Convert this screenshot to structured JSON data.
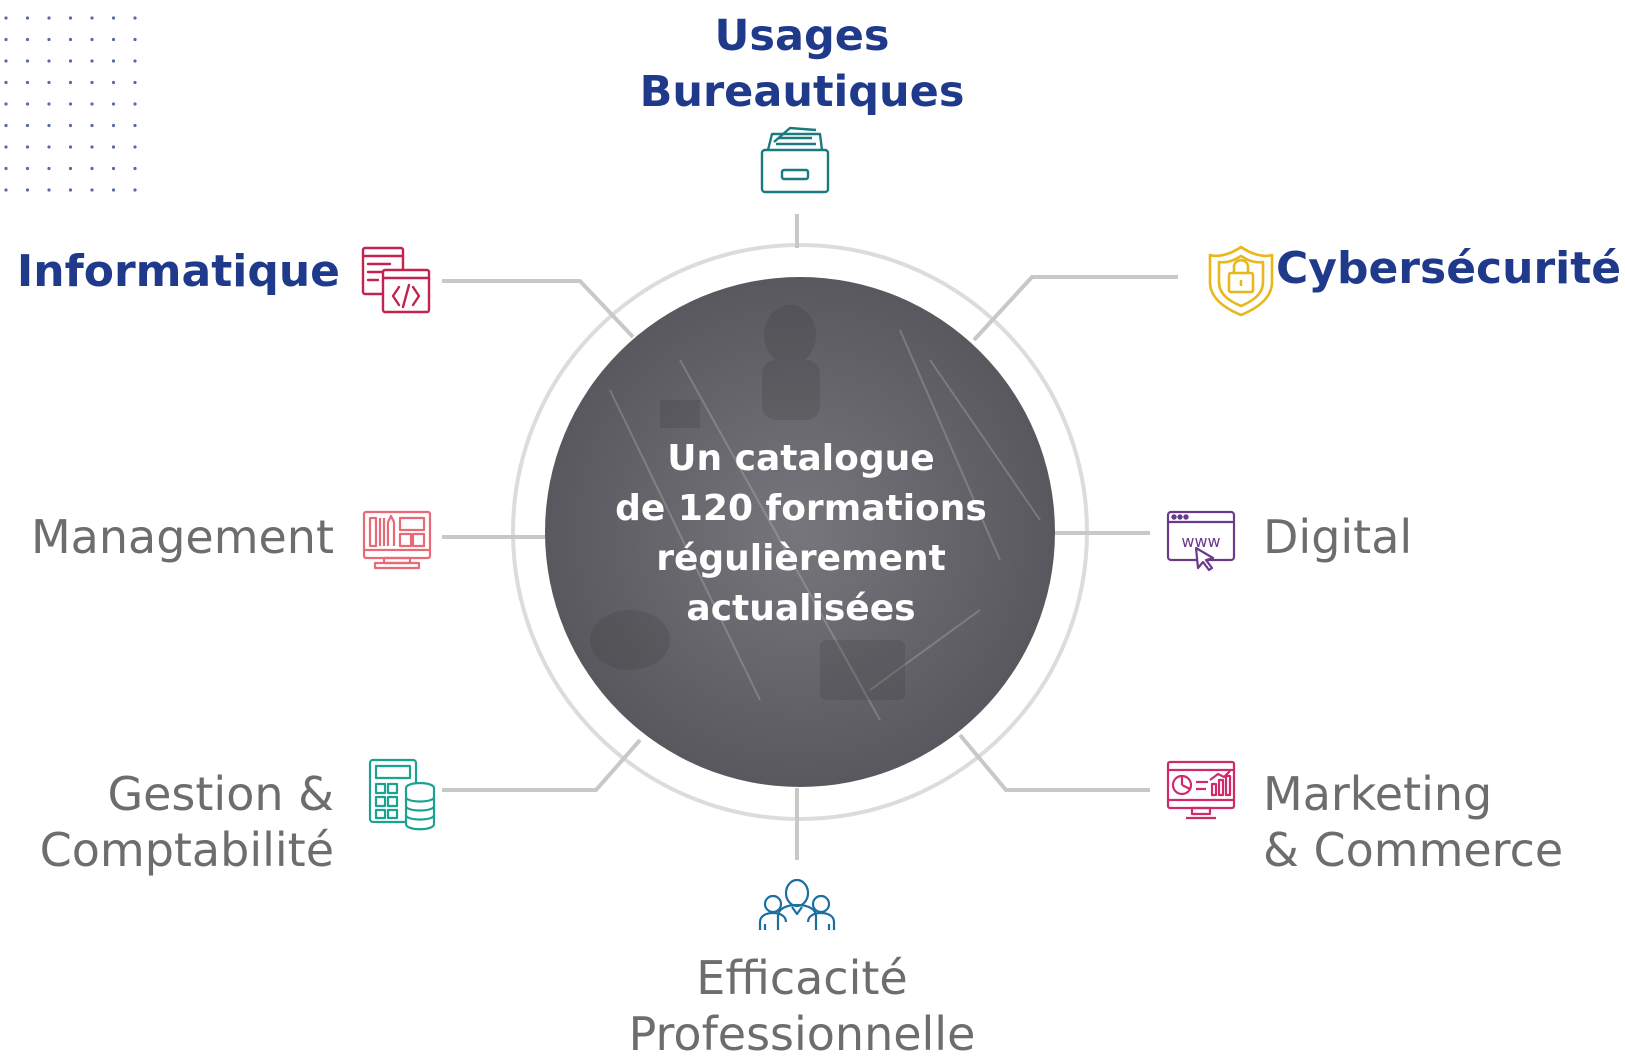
{
  "center": {
    "lines": [
      "Un catalogue",
      "de 120 formations",
      "régulièrement",
      "actualisées"
    ]
  },
  "categories": {
    "usages": {
      "lines": [
        "Usages",
        "Bureautiques"
      ],
      "icon": "file-cabinet-icon",
      "color": "#1a7a80"
    },
    "informatique": {
      "lines": [
        "Informatique"
      ],
      "icon": "code-window-icon",
      "color": "#c2244f"
    },
    "cybersecurite": {
      "lines": [
        "Cybersécurité"
      ],
      "icon": "shield-lock-icon",
      "color": "#e8b81a"
    },
    "management": {
      "lines": [
        "Management"
      ],
      "icon": "dashboard-monitor-icon",
      "color": "#e86a77"
    },
    "digital": {
      "lines": [
        "Digital"
      ],
      "icon": "www-browser-icon",
      "color": "#6b3a8a"
    },
    "gestion": {
      "lines": [
        "Gestion &",
        "Comptabilité"
      ],
      "icon": "calculator-coins-icon",
      "color": "#1aa38f"
    },
    "marketing": {
      "lines": [
        "Marketing",
        "& Commerce"
      ],
      "icon": "analytics-monitor-icon",
      "color": "#d12a6a"
    },
    "efficacite": {
      "lines": [
        "Efficacité",
        "Professionnelle"
      ],
      "icon": "team-icon",
      "color": "#1a6fa0"
    }
  },
  "colors": {
    "title_blue": "#1f3a8a",
    "label_gray": "#6d6d6d",
    "connector_gray": "#c8c8c8",
    "center_fill": "#6b6b71",
    "dot_color": "#1f3a8a"
  }
}
